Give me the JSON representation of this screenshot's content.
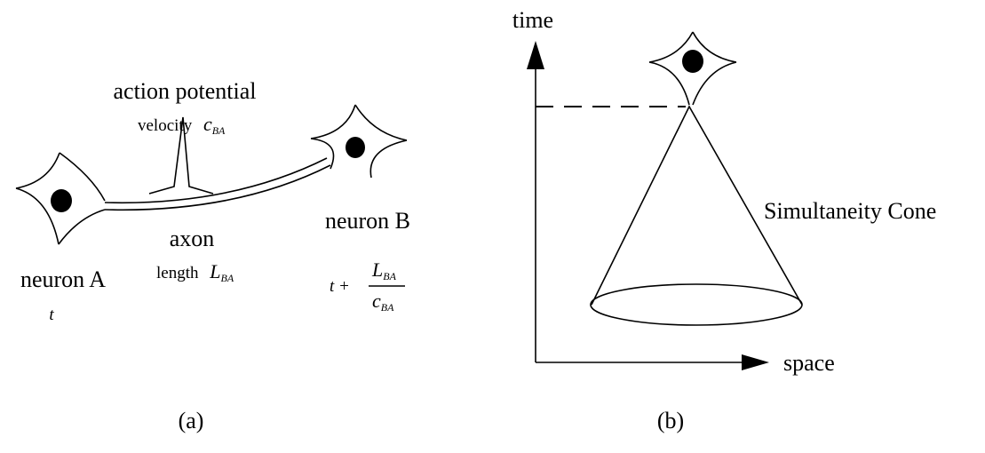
{
  "panel_a": {
    "label": "(a)",
    "action_potential": "action potential",
    "velocity_label": "velocity",
    "velocity_symbol": "c",
    "velocity_sub": "BA",
    "axon": "axon",
    "length_label": "length",
    "length_symbol": "L",
    "length_sub": "BA",
    "neuron_a": "neuron A",
    "neuron_a_time": "t",
    "neuron_b": "neuron B",
    "neuron_b_time_prefix": "t +",
    "frac_num_symbol": "L",
    "frac_num_sub": "BA",
    "frac_den_symbol": "c",
    "frac_den_sub": "BA"
  },
  "panel_b": {
    "label": "(b)",
    "y_axis": "time",
    "x_axis": "space",
    "cone_label": "Simultaneity Cone"
  }
}
